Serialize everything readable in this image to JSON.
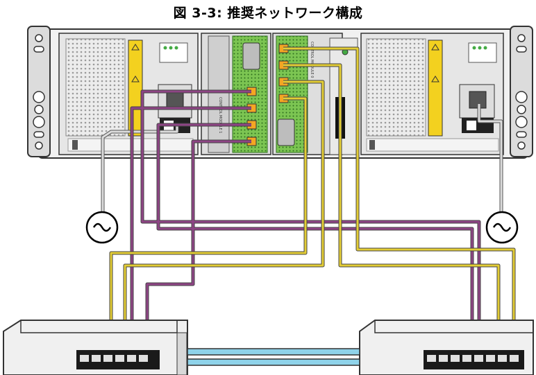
{
  "figure": {
    "title": "図 3-3: 推奨ネットワーク構成"
  },
  "array": {
    "control_module_left_label": "CONTROL MODULE 1",
    "control_module_right_label": "CONTROL MODULE 0"
  },
  "colors": {
    "data_cable_purple": "#8e4585",
    "data_cable_yellow": "#e3cd35",
    "interswitch_link": "#8fd3ea",
    "power_cable": "#c8c8c8",
    "controller_green": "#5fb53a",
    "warning_yellow": "#f3d11f",
    "chassis_gray": "#e6e6e6"
  },
  "icons": [
    "ac-power-source-icon",
    "warning-label-icon",
    "power-switch-icon"
  ]
}
